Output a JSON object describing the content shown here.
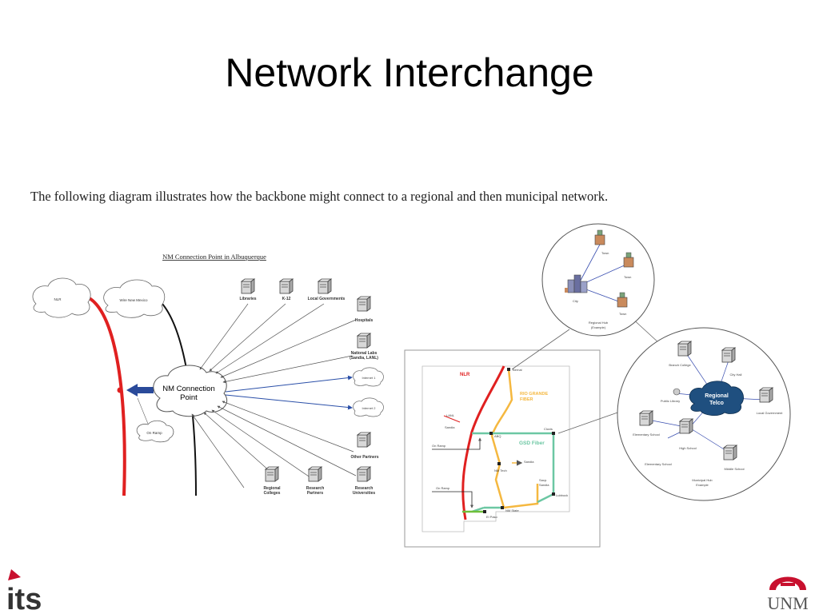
{
  "slide": {
    "title": "Network Interchange",
    "caption": "The following diagram illustrates how the backbone might connect to a regional and then municipal network."
  },
  "left_diagram": {
    "title": "NM Connection Point in Albuquerque",
    "clouds": {
      "nlr": "NLR",
      "wire_nm": "Wire New Mexico",
      "center_line1": "NM Connection",
      "center_line2": "Point",
      "on_ramp": "On Ramp",
      "internet1": "Internet 1",
      "internet2": "Internet 2"
    },
    "nodes": {
      "libraries": "Libraries",
      "k12": "K-12",
      "local_gov": "Local Governments",
      "hospitals": "Hospitals",
      "natlabs_1": "National Labs",
      "natlabs_2": "(Sandia, LANL)",
      "other_partners": "Other Partners",
      "research_univ_1": "Research",
      "research_univ_2": "Universities",
      "research_partners_1": "Research",
      "research_partners_2": "Partners",
      "regional_colleges_1": "Regional",
      "regional_colleges_2": "Colleges"
    }
  },
  "map_diagram": {
    "nlr": "NLR",
    "rio_grande_1": "RIO GRANDE",
    "rio_grande_2": "FIBER",
    "gsd_fiber": "GSD Fiber",
    "places": {
      "top": "Bernal",
      "lanl": "LANL",
      "sandia": "Sandia",
      "on_ramp1": "On Ramp",
      "abq": "ABQ",
      "right_top": "Clovis",
      "nmtech": "NM Tech",
      "sandia2": "Sandia",
      "on_ramp2": "On Ramp",
      "nmstate": "NM State",
      "sacpeak_1": "Sacp.",
      "sacpeak_2": "Sandia",
      "lubbock": "Lubbock",
      "elpaso": "El Paso"
    }
  },
  "regional_circle": {
    "town1": "Town",
    "town2": "Town",
    "city": "City",
    "town3": "Town",
    "caption_1": "Regional Hub",
    "caption_2": "(Example)"
  },
  "municipal_circle": {
    "hub_1": "Regional",
    "hub_2": "Telco",
    "branch_college": "Branch College",
    "city_hall": "City Hall",
    "public_library": "Public Library",
    "local_gov": "Local Government",
    "elem_school_a": "Elementary School",
    "high_school": "High School",
    "elem_school_b": "Elementary School",
    "middle_school": "Middle School",
    "caption_1": "Municipal Hub",
    "caption_2": "Example"
  },
  "logos": {
    "its": "its",
    "unm": "UNM"
  },
  "colors": {
    "nlr_red": "#e02020",
    "fiber_orange": "#f5b840",
    "gsd_green": "#6cc7a3",
    "link_blue": "#2a4fa8",
    "arrow_blue": "#2a4a9a",
    "unm_red": "#c8102e",
    "telco_blue": "#1f4f7f"
  },
  "icons": [
    "server-icon",
    "building-icon",
    "cloud-icon",
    "arrow-icon"
  ]
}
